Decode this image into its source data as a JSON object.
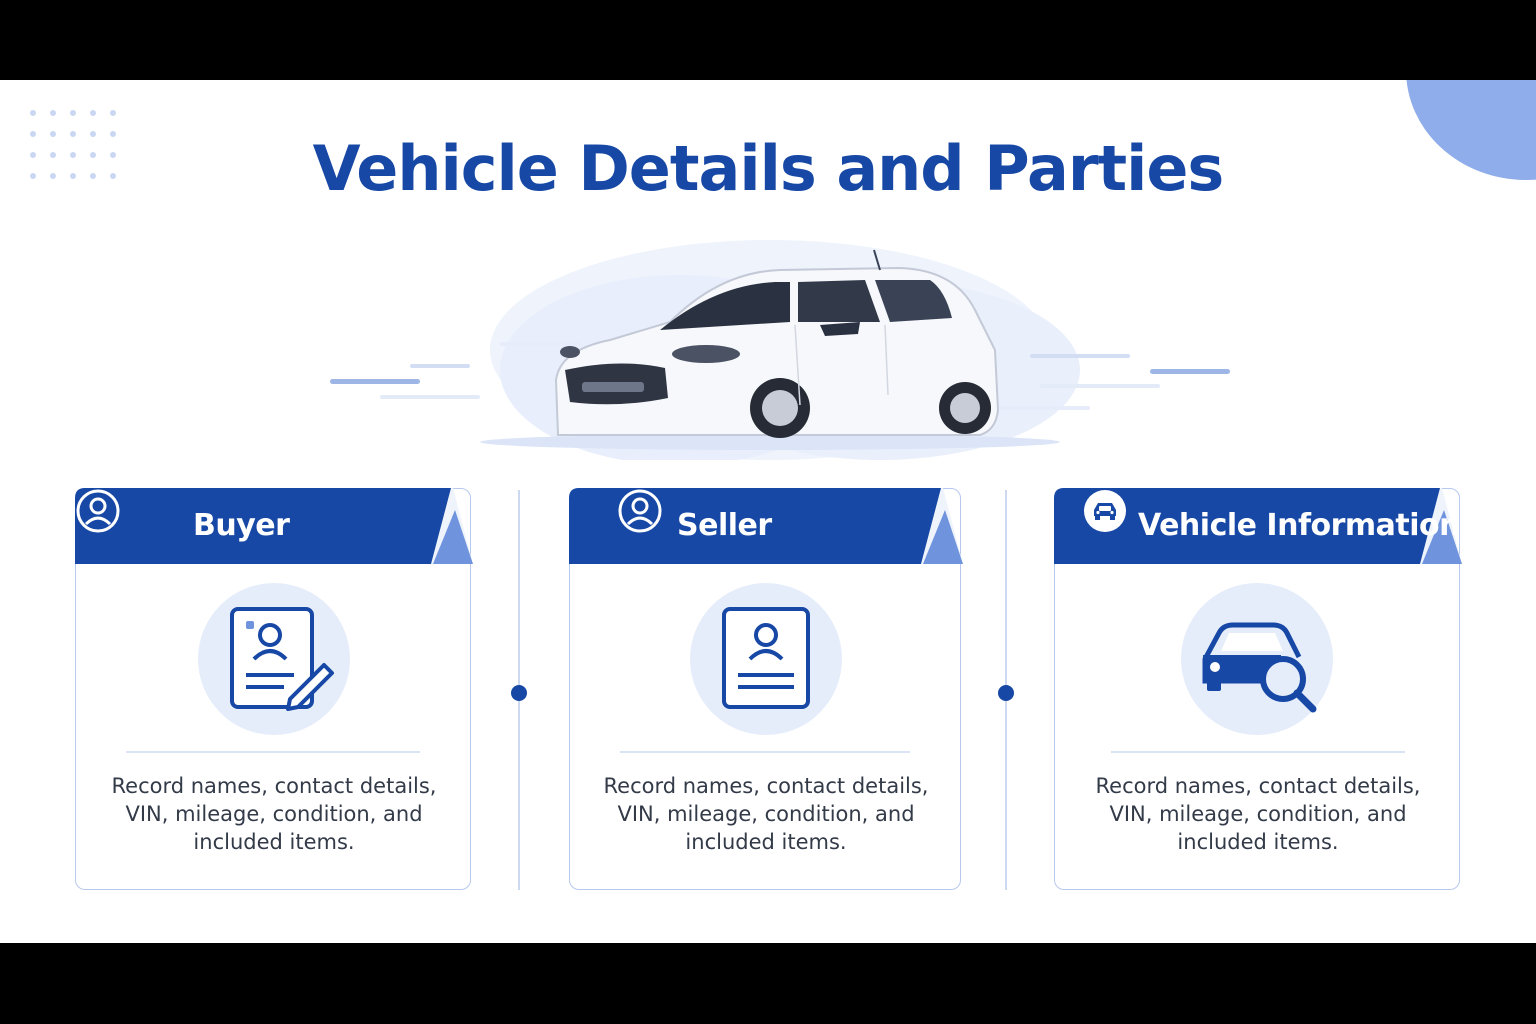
{
  "slide": {
    "title": "Vehicle Details and Parties",
    "accent_color": "#1748a5",
    "hero_icon": "car-illustration",
    "cards": [
      {
        "title": "Buyer",
        "header_icon": "user-circle-icon",
        "main_icon": "profile-edit-document-icon",
        "description": "Record names, contact details, VIN, mileage, condition, and included items."
      },
      {
        "title": "Seller",
        "header_icon": "user-circle-icon",
        "main_icon": "profile-document-icon",
        "description": "Record names, contact details, VIN, mileage, condition, and included items."
      },
      {
        "title": "Vehicle Information",
        "header_icon": "car-circle-icon",
        "main_icon": "car-search-icon",
        "description": "Record names, contact details, VIN, mileage, condition, and included items."
      }
    ]
  }
}
